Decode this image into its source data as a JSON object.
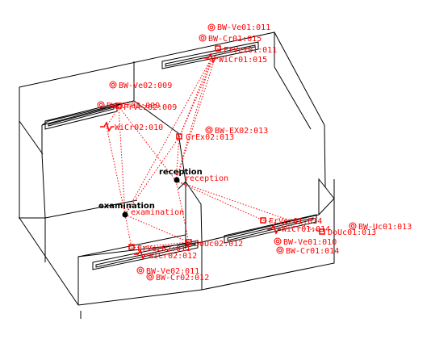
{
  "diagram": {
    "rooms": [
      {
        "id": "reception",
        "label": "reception",
        "sublabel": "reception"
      },
      {
        "id": "examination",
        "label": "examination",
        "sublabel": "examination"
      }
    ],
    "sensors": [
      {
        "id": "bw_ve01_011",
        "label": "BW-Ve01:011",
        "kind": "ring"
      },
      {
        "id": "bw_cr01_015",
        "label": "BW-Cr01:015",
        "kind": "ring"
      },
      {
        "id": "frvez01_011",
        "label": "FrVez01:011",
        "kind": "square"
      },
      {
        "id": "wicr01_015",
        "label": "WiCr01:015",
        "kind": "wave"
      },
      {
        "id": "bw_ve02_009",
        "label": "BW-Ve02:009",
        "kind": "ring"
      },
      {
        "id": "bw_cr02_009",
        "label": "BW-Cr02:009",
        "kind": "ring"
      },
      {
        "id": "frvez02_009",
        "label": "FrVez02:009",
        "kind": "square"
      },
      {
        "id": "wicr02_010",
        "label": "WiCr02:010",
        "kind": "wave"
      },
      {
        "id": "bw_ex02_013",
        "label": "BW-EX02:013",
        "kind": "ring"
      },
      {
        "id": "grex02_013",
        "label": "GrEx02:013",
        "kind": "square"
      },
      {
        "id": "frvez01_014",
        "label": "FrVez01:014",
        "kind": "square"
      },
      {
        "id": "wicr01_014",
        "label": "WiCr01:014",
        "kind": "wave"
      },
      {
        "id": "bw_uc01_013",
        "label": "BW-Uc01:013",
        "kind": "ring"
      },
      {
        "id": "douc01_013",
        "label": "DoUc01:013",
        "kind": "square"
      },
      {
        "id": "bw_ve01_010",
        "label": "BW-Ve01:010",
        "kind": "ring"
      },
      {
        "id": "bw_cr01_014",
        "label": "BW-Cr01:014",
        "kind": "ring"
      },
      {
        "id": "frvez02_011",
        "label": "FrVez02:011",
        "kind": "square"
      },
      {
        "id": "wicr02_012",
        "label": "WiCr02:012",
        "kind": "wave"
      },
      {
        "id": "douc02_012",
        "label": "DoUc02:012",
        "kind": "square"
      },
      {
        "id": "bw_ve02_011",
        "label": "BW-Ve02:011",
        "kind": "ring"
      },
      {
        "id": "bw_cr02_012",
        "label": "BW-Cr02:012",
        "kind": "ring"
      }
    ]
  },
  "colors": {
    "sensor": "#ff0000",
    "wall": "#000000",
    "room_marker": "#000000",
    "background": "#ffffff"
  }
}
